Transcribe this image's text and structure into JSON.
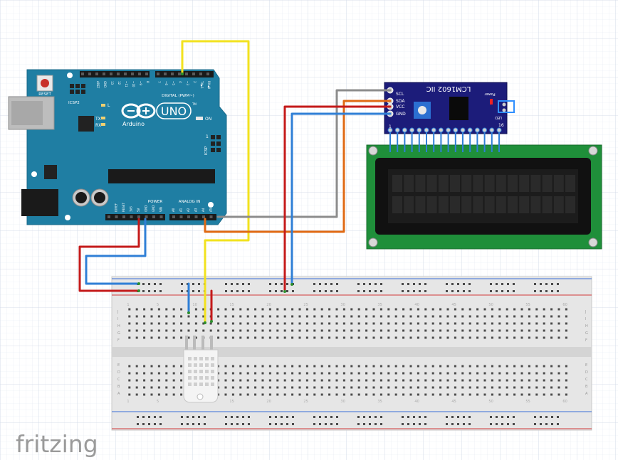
{
  "watermark": "fritzing",
  "arduino": {
    "reset_label": "RESET",
    "icsp2_label": "ICSP2",
    "board_name": "UNO",
    "brand": "Arduino",
    "trademark": "TM",
    "digital_label": "DIGITAL (PWM~)",
    "on_label": "ON",
    "l_label": "L",
    "tx_label": "TX",
    "rx_label": "RX",
    "icsp_label": "ICSP",
    "icsp_num": "1",
    "power_label": "POWER",
    "analog_label": "ANALOG IN",
    "top_pins": [
      "AREF",
      "GND",
      "13",
      "12",
      "~11",
      "~10",
      "~9",
      "8",
      "7",
      "~6",
      "~5",
      "4",
      "~3",
      "2",
      "TX▶1",
      "RX◀0"
    ],
    "power_pins": [
      "IOREF",
      "RESET",
      "3V3",
      "5V",
      "GND",
      "GND",
      "VIN"
    ],
    "analog_pins": [
      "A0",
      "A1",
      "A2",
      "A3",
      "A4",
      "A5"
    ]
  },
  "i2c_module": {
    "title": "LCM1602 IIC",
    "power_label": "Power",
    "led_label": "LED",
    "pins": [
      "SCL",
      "SDA",
      "VCC",
      "GND"
    ],
    "pin_first": "1",
    "pin_last": "16"
  },
  "breadboard": {
    "row_letters_top": [
      "J",
      "I",
      "H",
      "G",
      "F"
    ],
    "row_letters_bottom": [
      "E",
      "D",
      "C",
      "B",
      "A"
    ],
    "col_numbers": [
      "1",
      "5",
      "10",
      "15",
      "20",
      "25",
      "30",
      "35",
      "40",
      "45",
      "50",
      "55",
      "60"
    ]
  },
  "colors": {
    "arduino_blue": "#1f7ea3",
    "lcd_green": "#1f8f3a",
    "module_blue": "#1c1c7a",
    "wire_red": "#c41a1a",
    "wire_blue": "#2f7fd6",
    "wire_yellow": "#f2e21e",
    "wire_orange": "#e06a14",
    "wire_gray": "#8c8c8c",
    "breadboard": "#e6e6e6"
  }
}
